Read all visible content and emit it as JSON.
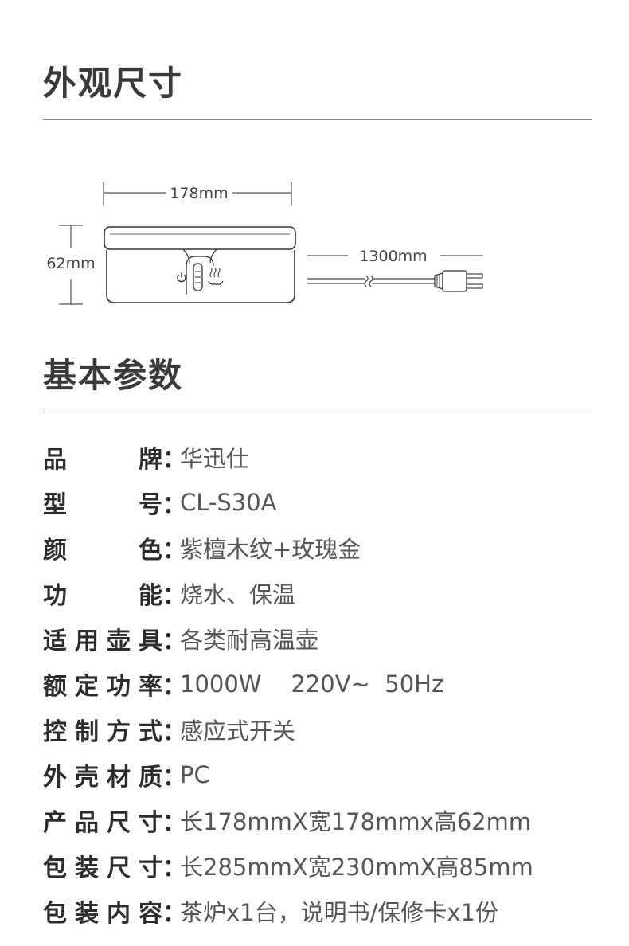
{
  "sections": {
    "dimensions_title": "外观尺寸",
    "params_title": "基本参数"
  },
  "diagram": {
    "width_label": "178mm",
    "height_label": "62mm",
    "cord_label": "1300mm",
    "power_icon": "power-icon",
    "heat_icon": "steam-heat-icon"
  },
  "specs": [
    {
      "label": [
        "品",
        "牌"
      ],
      "value": "华迅仕"
    },
    {
      "label": [
        "型",
        "号"
      ],
      "value": "CL-S30A"
    },
    {
      "label": [
        "颜",
        "色"
      ],
      "value": "紫檀木纹+玫瑰金"
    },
    {
      "label": [
        "功",
        "能"
      ],
      "value": "烧水、保温"
    },
    {
      "label": [
        "适",
        "用",
        "壶",
        "具"
      ],
      "value": "各类耐高温壶"
    },
    {
      "label": [
        "额",
        "定",
        "功",
        "率"
      ],
      "value": "1000W    220V~  50Hz"
    },
    {
      "label": [
        "控",
        "制",
        "方",
        "式"
      ],
      "value": "感应式开关"
    },
    {
      "label": [
        "外",
        "壳",
        "材",
        "质"
      ],
      "value": "PC"
    },
    {
      "label": [
        "产",
        "品",
        "尺",
        "寸"
      ],
      "value": "长178mmX宽178mmx高62mm"
    },
    {
      "label": [
        "包",
        "装",
        "尺",
        "寸"
      ],
      "value": "长285mmX宽230mmX高85mm"
    },
    {
      "label": [
        "包",
        "装",
        "内",
        "容"
      ],
      "value": "茶炉x1台，说明书/保修卡x1份"
    }
  ],
  "colon": "："
}
